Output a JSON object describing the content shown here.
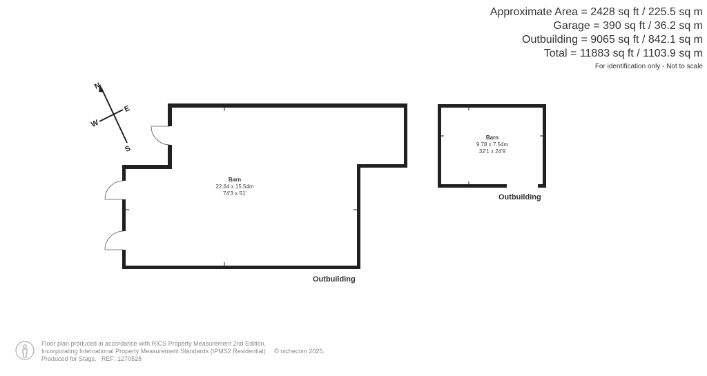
{
  "areas": {
    "lines": [
      "Approximate Area = 2428 sq ft / 225.5 sq m",
      "Garage = 390 sq ft / 36.2 sq m",
      "Outbuilding = 9065 sq ft / 842.1 sq m",
      "Total = 11883 sq ft / 1103.9 sq m"
    ],
    "note": "For identification only - Not to scale"
  },
  "compass": {
    "n": "N",
    "e": "E",
    "s": "S",
    "w": "W"
  },
  "buildings": [
    {
      "label": "Outbuilding",
      "room": {
        "name": "Barn",
        "metric": "22.64 x 15.54m",
        "imperial": "74'3 x 51'"
      }
    },
    {
      "label": "Outbuilding",
      "room": {
        "name": "Barn",
        "metric": "9.78 x 7.54m",
        "imperial": "32'1 x 24'9"
      }
    }
  ],
  "footer": {
    "line1": "Floor plan produced in accordance with RICS Property Measurement 2nd Edition,",
    "line2": "Incorporating International Property Measurement Standards (IPMS2 Residential).",
    "copyright": "© nichecom 2025.",
    "line3": "Produced for Stags.   REF: 1270528",
    "icon": "person-icon"
  },
  "colors": {
    "wall": "#231f20",
    "text": "#333333",
    "footer_text": "#8a8a8a"
  }
}
